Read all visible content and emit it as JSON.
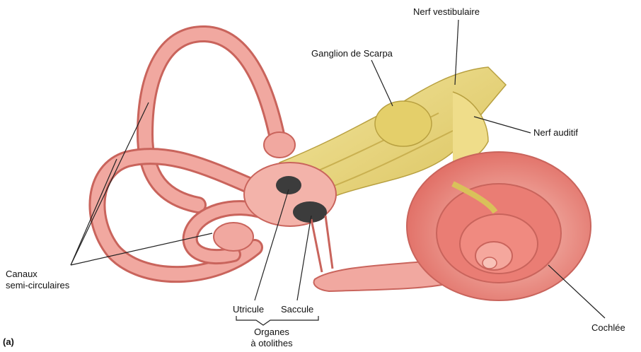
{
  "figure_tag": "(a)",
  "labels": {
    "nerf_vestibulaire": "Nerf vestibulaire",
    "ganglion_scarpa": "Ganglion de Scarpa",
    "nerf_auditif": "Nerf auditif",
    "canaux_line1": "Canaux",
    "canaux_line2": "semi-circulaires",
    "utricule": "Utricule",
    "saccule": "Saccule",
    "organes_line1": "Organes",
    "organes_line2": "à otolithes",
    "cochlee": "Cochlée"
  },
  "colors": {
    "canal_fill": "#f1a8a0",
    "canal_edge": "#c9645c",
    "nerve_fill": "#e8d77a",
    "nerve_edge": "#b8a040",
    "cochlea_fill": "#e8736b",
    "cochlea_light": "#f6c2b8",
    "otolith_dark": "#3c3c3c",
    "line": "#222222"
  }
}
